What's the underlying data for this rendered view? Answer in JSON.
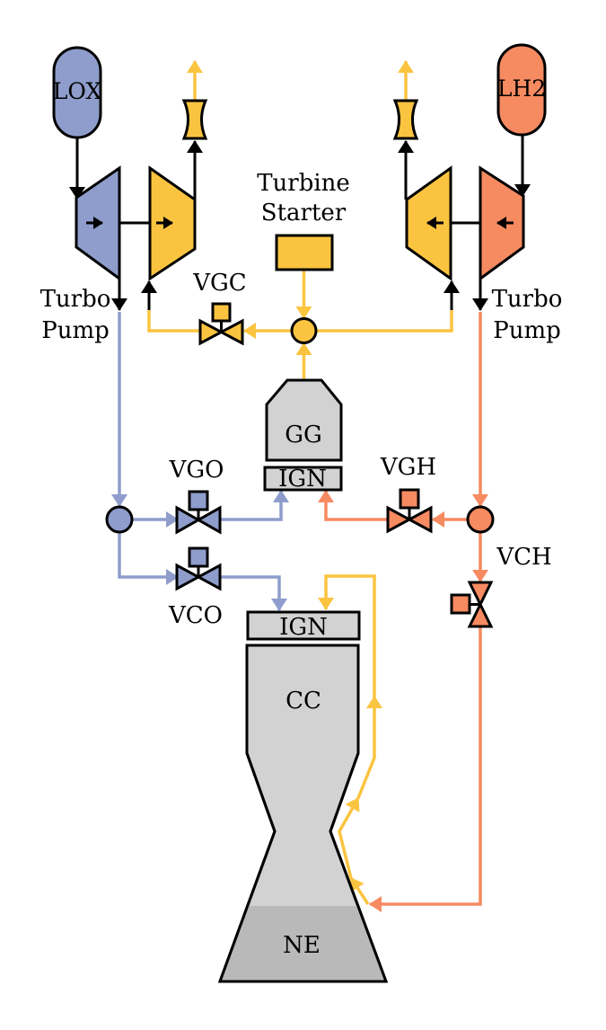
{
  "diagram": "rocket-engine-gas-generator-cycle",
  "colors": {
    "blue": "#8E9DCB",
    "orange": "#F68A61",
    "yellow": "#FBC440",
    "gray_light": "#D2D2D2",
    "gray_dark": "#B9B9B9",
    "black": "#000000"
  },
  "labels": {
    "lox_tank": "LOX",
    "lh2_tank": "LH2",
    "turbine_starter_line1": "Turbine",
    "turbine_starter_line2": "Starter",
    "turbo_pump_left_line1": "Turbo",
    "turbo_pump_left_line2": "Pump",
    "turbo_pump_right_line1": "Turbo",
    "turbo_pump_right_line2": "Pump",
    "valve_vgc": "VGC",
    "valve_vgo": "VGO",
    "valve_vco": "VCO",
    "valve_vgh": "VGH",
    "valve_vch": "VCH",
    "gas_generator": "GG",
    "gg_igniter": "IGN",
    "cc_igniter": "IGN",
    "combustion_chamber": "CC",
    "nozzle_extension": "NE"
  }
}
